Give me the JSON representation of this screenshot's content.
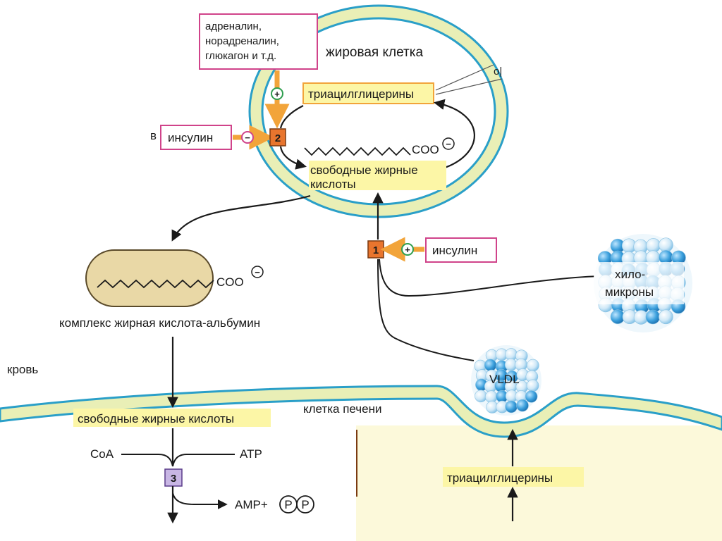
{
  "labels": {
    "fat_cell": "жировая клетка",
    "hormones": [
      "адреналин,",
      "норадреналин,",
      "глюкагон и т.д."
    ],
    "triacylglycerols_top": "триацилглицерины",
    "insulin_left": "инсулин",
    "insulin_right": "инсулин",
    "coo_top": "COO",
    "ffa_top_line1": "свободные жирные",
    "ffa_top_line2": "кислоты",
    "chylo_line1": "хило-",
    "chylo_line2": "микроны",
    "coo_albumin": "COO",
    "albumin_complex": "комплекс жирная кислота-альбумин",
    "blood": "кровь",
    "vldl": "VLDL",
    "ffa_bottom": "свободные жирные кислоты",
    "liver_cell": "клетка печени",
    "coa": "CoA",
    "atp": "ATP",
    "amp": "AMP+",
    "p1": "P",
    "p2": "P",
    "triacylglycerols_bottom": "триацилглицерины",
    "cut_left": "в",
    "cut_right": "о|"
  },
  "enzymes": {
    "e1": "1",
    "e2": "2",
    "e3": "3"
  },
  "signs": {
    "plus": "+",
    "minus": "−",
    "minus_charge": "−"
  },
  "colors": {
    "membrane_fill": "#e9efb6",
    "membrane_stroke": "#2a9fc8",
    "label_box_stroke": "#d0438a",
    "yellow_highlight": "#fcf6a6",
    "enzyme_orange": "#e8752e",
    "enzyme_purple": "#c8b6e4",
    "albumin_fill": "#e9d8a6",
    "arrow_orange": "#f2a43a",
    "plus_circle": "#2f9e4f",
    "minus_circle": "#d0438a"
  }
}
